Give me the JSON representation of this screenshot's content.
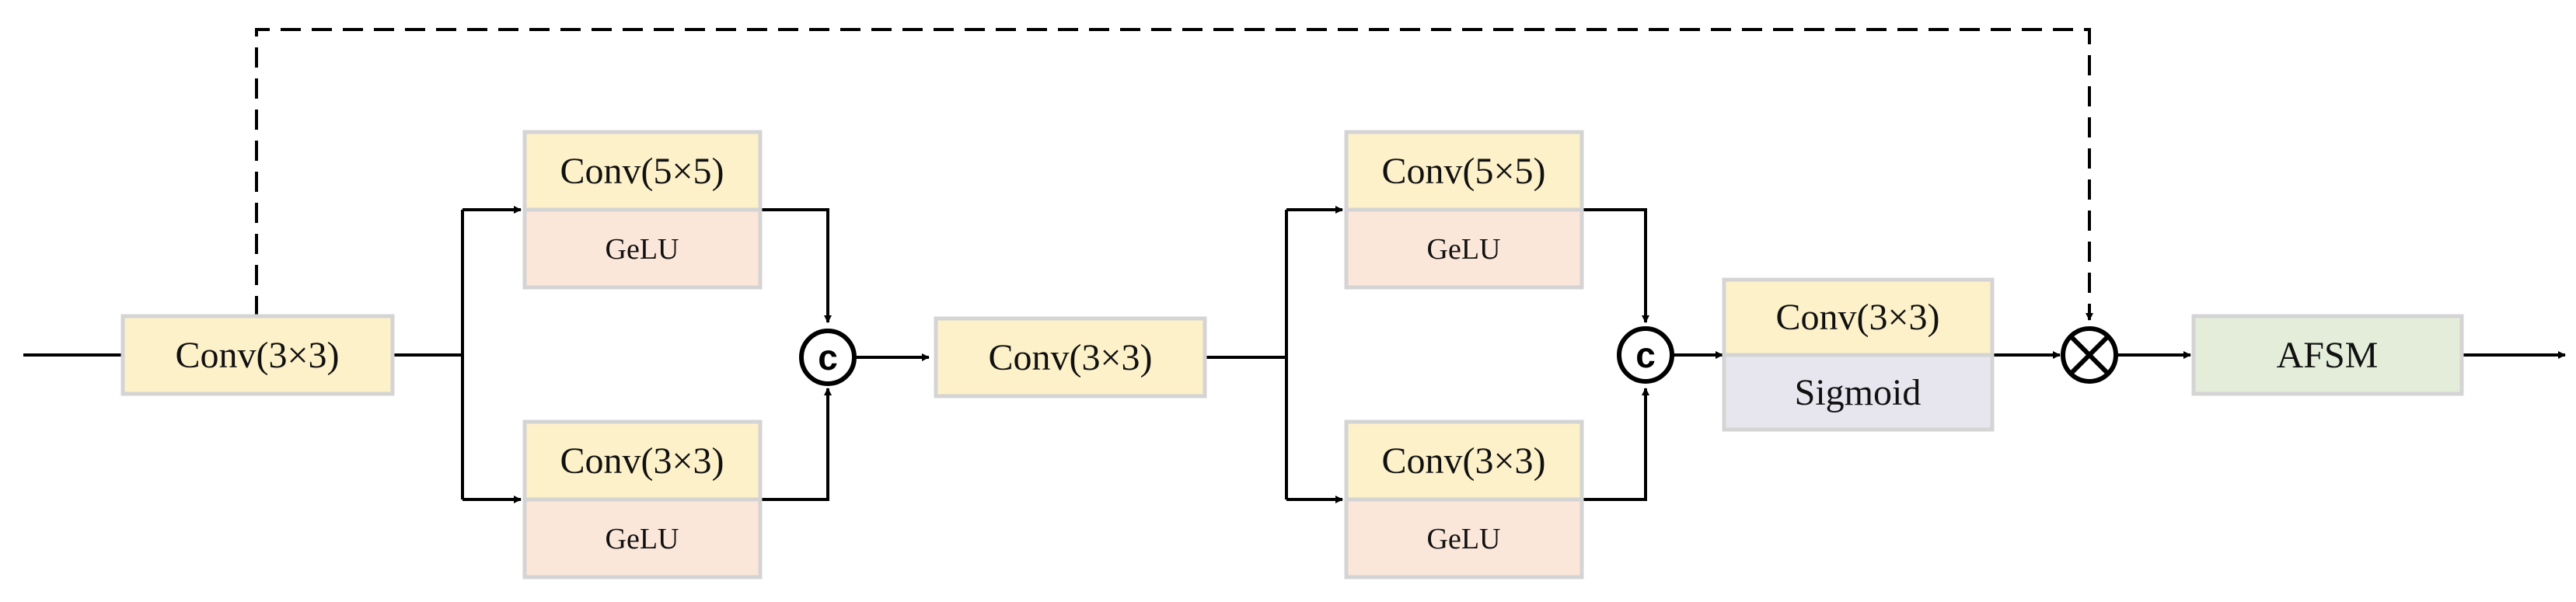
{
  "colors": {
    "conv_fill": "#fdf1c9",
    "activation_fill": "#fbe6da",
    "sigmoid_fill": "#e7e6ee",
    "afsm_fill": "#e3edd9",
    "box_border": "#d4d4d4",
    "line": "#000000"
  },
  "blocks": {
    "input_conv": "Conv(3×3)",
    "branch1_top_conv": "Conv(5×5)",
    "branch1_top_act": "GeLU",
    "branch1_bottom_conv": "Conv(3×3)",
    "branch1_bottom_act": "GeLU",
    "middle_conv": "Conv(3×3)",
    "branch2_top_conv": "Conv(5×5)",
    "branch2_top_act": "GeLU",
    "branch2_bottom_conv": "Conv(3×3)",
    "branch2_bottom_act": "GeLU",
    "gate_conv": "Conv(3×3)",
    "gate_act": "Sigmoid",
    "output": "AFSM"
  },
  "operators": {
    "concat_symbol": "c",
    "multiply_icon": "circled-times-icon",
    "concat_icon": "circled-c-icon"
  }
}
